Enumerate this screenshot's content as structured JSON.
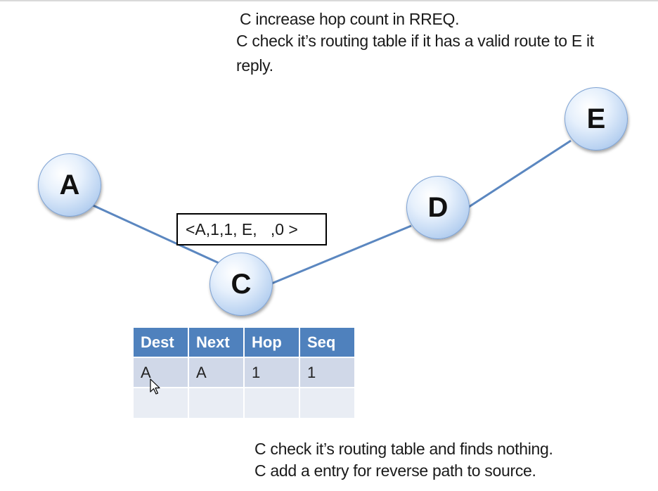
{
  "notes_top": [
    "C  increase hop count in RREQ.",
    " C check it’s routing table if it has  a valid route to E it",
    "reply."
  ],
  "nodes": {
    "a": "A",
    "c": "C",
    "d": "D",
    "e": "E"
  },
  "packet_label": "<A,1,1, E,   ,0 >",
  "routing_table": {
    "headers": [
      "Dest",
      "Next",
      "Hop",
      "Seq"
    ],
    "rows": [
      [
        "A",
        "A",
        "1",
        "1"
      ],
      [
        "",
        "",
        "",
        ""
      ]
    ]
  },
  "notes_bottom": [
    "C check it’s routing table and finds nothing.",
    "C add a entry  for reverse path to source."
  ],
  "colors": {
    "link": "#4f81bd",
    "table_header": "#4f81bd",
    "node_fill": "#b9d2f1"
  }
}
